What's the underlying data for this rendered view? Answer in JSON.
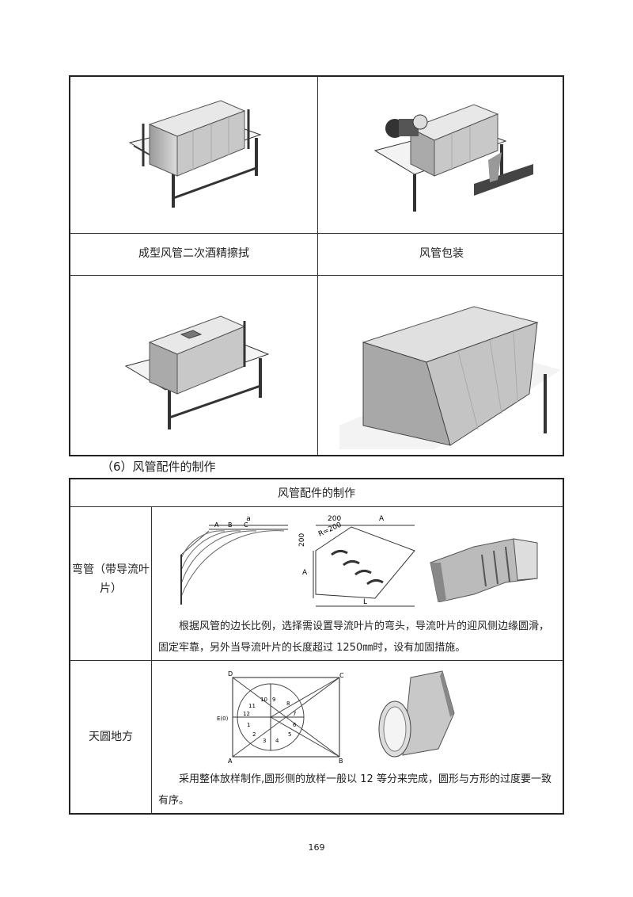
{
  "top_table": {
    "captions": [
      "成型风管二次酒精擦拭",
      "风管包装"
    ]
  },
  "section_title": "（6）风管配件的制作",
  "fittings": {
    "header": "风管配件的制作",
    "rows": [
      {
        "label": "弯管（带导流叶片）",
        "diagram_labels": {
          "a": "a",
          "A": "A",
          "B": "B",
          "C": "C",
          "dim200": "200",
          "R": "R=200",
          "L": "L"
        },
        "text": "根据风管的边长比例，选择需设置导流叶片的弯头，导流叶片的迎风侧边缘圆滑，固定牢靠，另外当导流叶片的长度超过 1250㎜时，设有加固措施。"
      },
      {
        "label": "天圆地方",
        "diagram_labels": {
          "A": "A",
          "B": "B",
          "C": "C",
          "D": "D",
          "E": "E(0)",
          "nums": [
            "1",
            "2",
            "3",
            "4",
            "5",
            "6",
            "7",
            "8",
            "9",
            "10",
            "11",
            "12"
          ]
        },
        "text": "采用整体放样制作,圆形侧的放样一般以 12 等分来完成，圆形与方形的过度要一致有序。"
      }
    ]
  },
  "page_number": "169"
}
